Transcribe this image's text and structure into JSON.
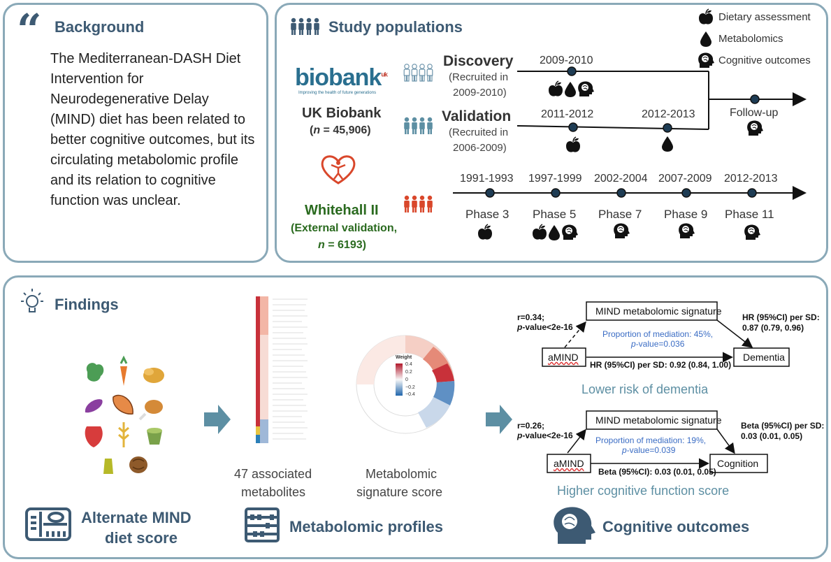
{
  "background": {
    "title": "Background",
    "text": "The Mediterranean-DASH Diet Intervention for Neurodegenerative Delay (MIND) diet has been related to better cognitive outcomes, but its circulating metabolomic profile and its relation to cognitive function was unclear."
  },
  "study": {
    "title": "Study populations",
    "legend": [
      "Dietary assessment",
      "Metabolomics",
      "Cognitive outcomes"
    ],
    "ukb": {
      "logo": "biobank",
      "logo_sup": "uk",
      "logo_tagline": "Improving the health of future generations",
      "name": "UK Biobank",
      "n_prefix": "(",
      "n_italic": "n",
      "n_value": " = 45,906)"
    },
    "discovery": {
      "label": "Discovery",
      "sub1": "(Recruited in",
      "sub2": "2009-2010)",
      "year": "2009-2010"
    },
    "validation": {
      "label": "Validation",
      "sub1": "(Recruited in",
      "sub2": "2006-2009)",
      "year1": "2011-2012",
      "year2": "2012-2013"
    },
    "followup": "Follow-up",
    "whitehall": {
      "name": "Whitehall II",
      "line1": "(External validation,",
      "n_italic": "n",
      "n_value": " = 6193)",
      "years": [
        "1991-1993",
        "1997-1999",
        "2002-2004",
        "2007-2009",
        "2012-2013"
      ],
      "phases": [
        "Phase 3",
        "Phase 5",
        "Phase 7",
        "Phase 9",
        "Phase 11"
      ]
    },
    "colors": {
      "discovery": "#6e95ac",
      "validation": "#5d8fa3",
      "whitehall": "#d9472b",
      "whitehall_text": "#2a6a1f"
    }
  },
  "findings": {
    "title": "Findings",
    "metabolites_label": [
      "47 associated",
      "metabolites"
    ],
    "score_label": [
      "Metabolomic",
      "signature score"
    ],
    "weight_legend": {
      "title": "Weight",
      "ticks": [
        "0.4",
        "0.2",
        "0",
        "−0.2",
        "−0.4"
      ]
    },
    "bottom": [
      "Alternate MIND",
      "diet score",
      "Metabolomic profiles",
      "Cognitive outcomes"
    ],
    "dementia": {
      "r": "r=0.34;",
      "p_italic": "p",
      "p_rest": "-value<2e-16",
      "sig": "MIND metabolomic signature",
      "hr_sd_1": "HR (95%CI) per SD:",
      "hr_sd_2": "0.87 (0.79, 0.96)",
      "prop1": "Proportion of mediation: 45%,",
      "prop2_italic": "p",
      "prop2_rest": "-value=0.036",
      "amind": "aMIND",
      "direct": "HR (95%CI) per SD: 0.92 (0.84, 1.00)",
      "outcome": "Dementia",
      "caption": "Lower risk of dementia"
    },
    "cognition": {
      "r": "r=0.26;",
      "p_italic": "p",
      "p_rest": "-value<2e-16",
      "sig": "MIND metabolomic signature",
      "beta_sd_1": "Beta (95%CI) per SD:",
      "beta_sd_2": "0.03 (0.01, 0.05)",
      "prop1": "Proportion of mediation: 19%,",
      "prop2_italic": "p",
      "prop2_rest": "-value=0.039",
      "amind": "aMIND",
      "direct": "Beta (95%CI): 0.03 (0.01, 0.05)",
      "outcome": "Cognition",
      "caption": "Higher cognitive function score"
    }
  },
  "icons": [
    "quote-icon",
    "people-icon",
    "apple-icon",
    "drop-icon",
    "brain-head-icon",
    "lightbulb-icon",
    "arrow-right-icon",
    "diet-tray-icon",
    "abacus-icon",
    "head-brain-icon"
  ]
}
